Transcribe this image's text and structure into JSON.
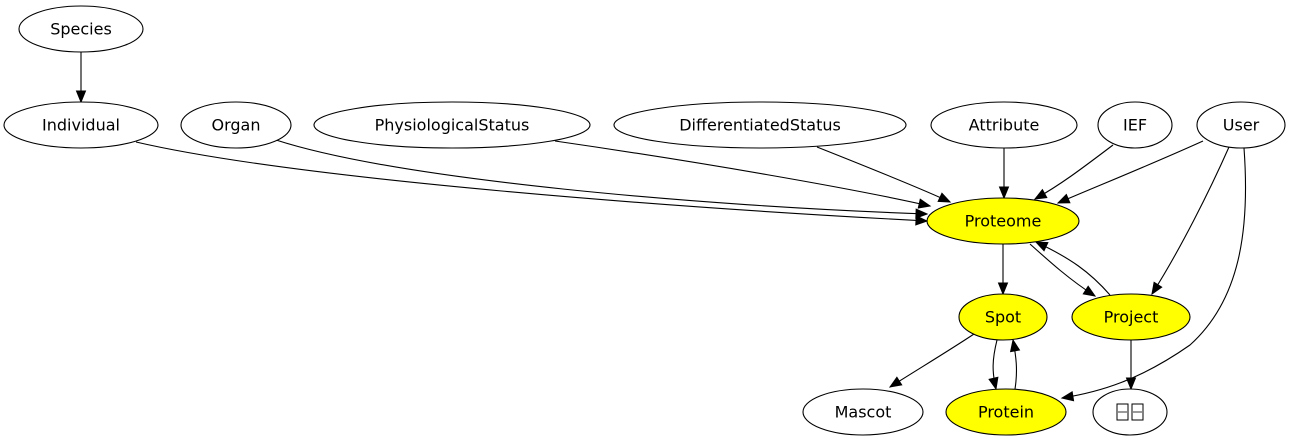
{
  "colors": {
    "highlight": "#ffff00",
    "default": "#ffffff"
  },
  "nodes": [
    {
      "id": "species",
      "label": "Species",
      "highlight": false
    },
    {
      "id": "individual",
      "label": "Individual",
      "highlight": false
    },
    {
      "id": "organ",
      "label": "Organ",
      "highlight": false
    },
    {
      "id": "physiological-status",
      "label": "PhysiologicalStatus",
      "highlight": false
    },
    {
      "id": "differentiated-status",
      "label": "DifferentiatedStatus",
      "highlight": false
    },
    {
      "id": "attribute",
      "label": "Attribute",
      "highlight": false
    },
    {
      "id": "ief",
      "label": "IEF",
      "highlight": false
    },
    {
      "id": "user",
      "label": "User",
      "highlight": false
    },
    {
      "id": "proteome",
      "label": "Proteome",
      "highlight": true
    },
    {
      "id": "spot",
      "label": "Spot",
      "highlight": true
    },
    {
      "id": "project",
      "label": "Project",
      "highlight": true
    },
    {
      "id": "mascot",
      "label": "Mascot",
      "highlight": false
    },
    {
      "id": "protein",
      "label": "Protein",
      "highlight": true
    },
    {
      "id": "unknown",
      "label": "",
      "highlight": false,
      "icon": "unrenderable-glyph-icon"
    }
  ],
  "edges": [
    {
      "from": "species",
      "to": "individual"
    },
    {
      "from": "individual",
      "to": "proteome"
    },
    {
      "from": "organ",
      "to": "proteome"
    },
    {
      "from": "physiological-status",
      "to": "proteome"
    },
    {
      "from": "differentiated-status",
      "to": "proteome"
    },
    {
      "from": "attribute",
      "to": "proteome"
    },
    {
      "from": "ief",
      "to": "proteome"
    },
    {
      "from": "user",
      "to": "proteome"
    },
    {
      "from": "user",
      "to": "project"
    },
    {
      "from": "user",
      "to": "protein"
    },
    {
      "from": "proteome",
      "to": "spot"
    },
    {
      "from": "proteome",
      "to": "project"
    },
    {
      "from": "project",
      "to": "proteome"
    },
    {
      "from": "spot",
      "to": "mascot"
    },
    {
      "from": "spot",
      "to": "protein"
    },
    {
      "from": "protein",
      "to": "spot"
    },
    {
      "from": "project",
      "to": "unknown"
    }
  ]
}
